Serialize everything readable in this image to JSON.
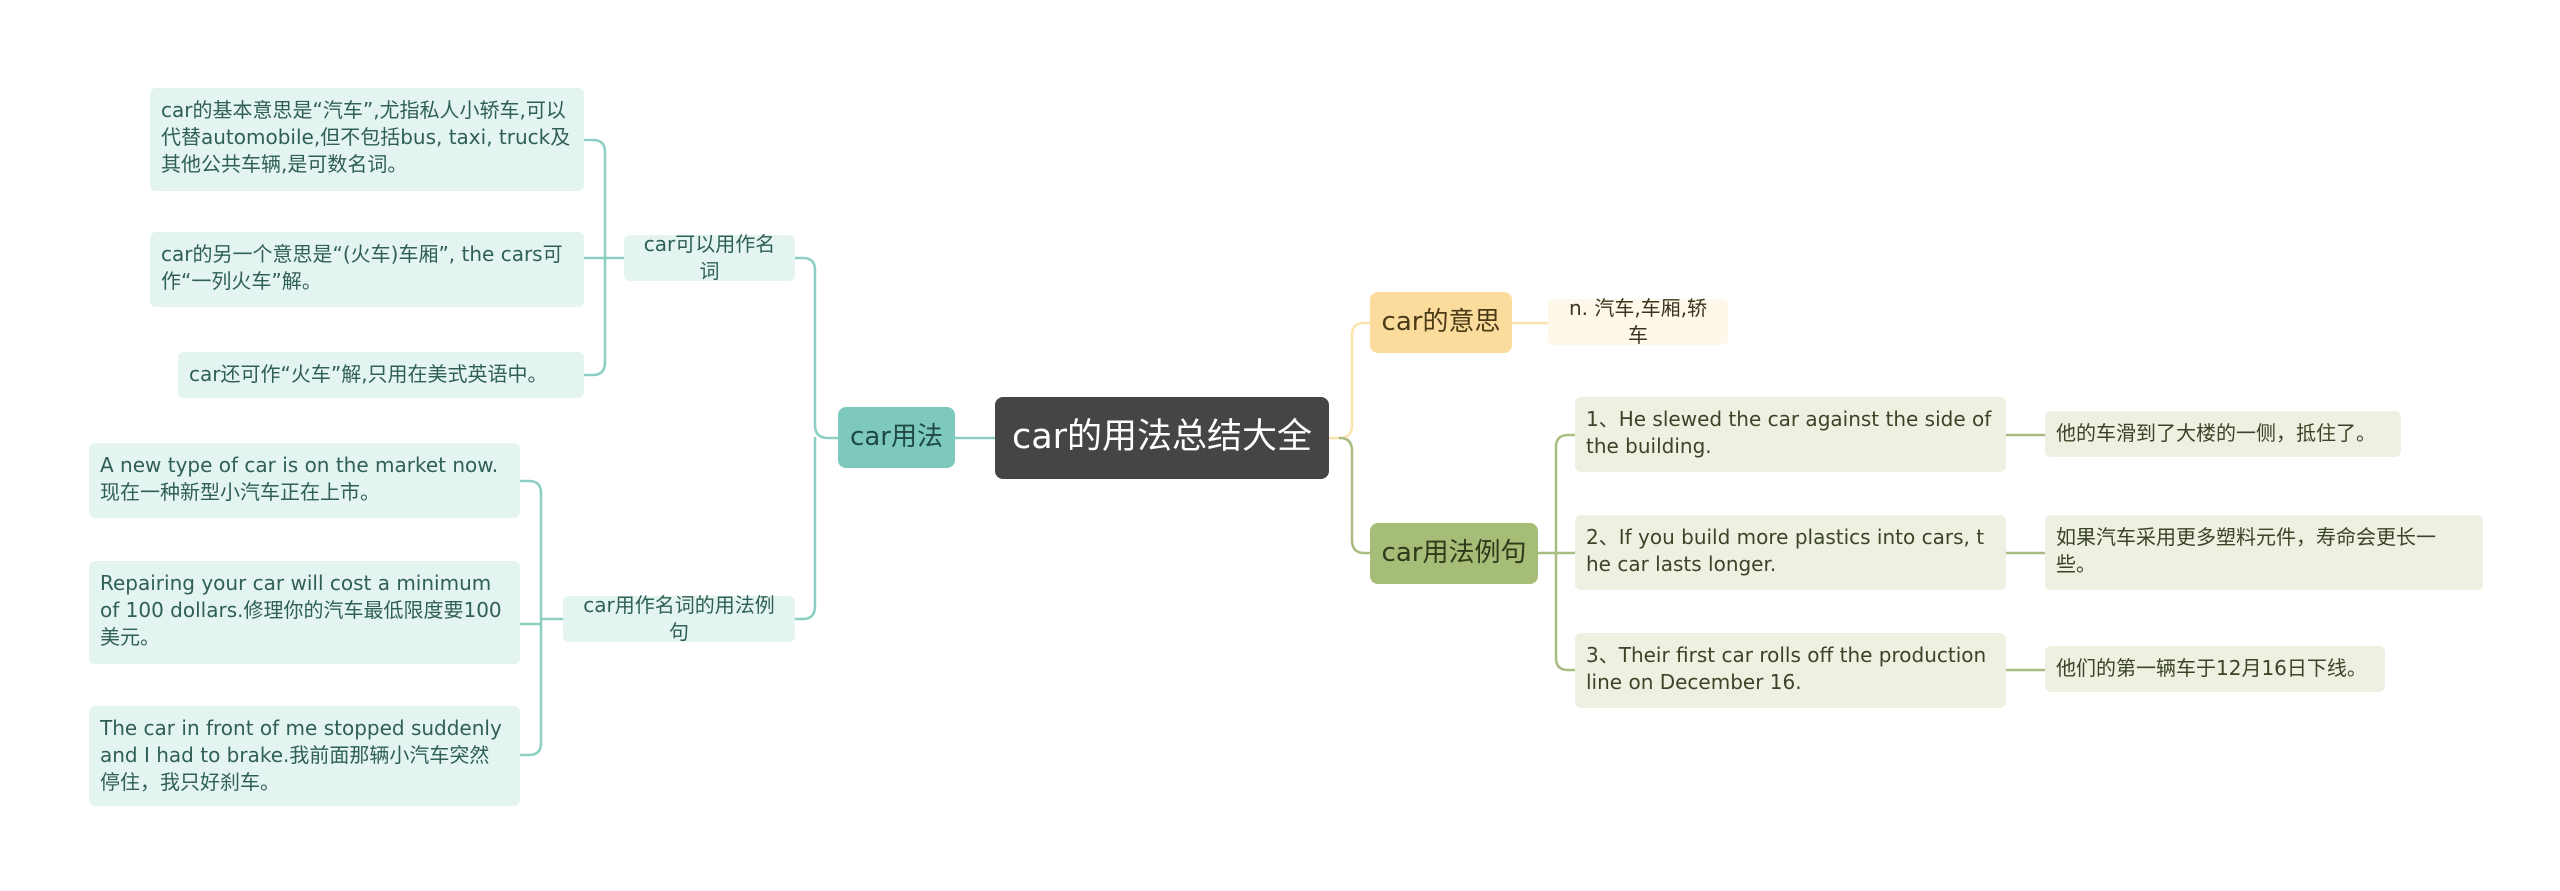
{
  "root": {
    "label": "car的用法总结大全"
  },
  "left": {
    "branch": {
      "label": "car用法"
    },
    "noun_group": {
      "label": "car可以用作名词",
      "items": [
        "car的基本意思是“汽车”,尤指私人小轿车,可以代替automobile,但不包括bus, taxi, truck及其他公共车辆,是可数名词。",
        "car的另一个意思是“(火车)车厢”, the cars可作“一列火车”解。",
        "car还可作“火车”解,只用在美式英语中。"
      ]
    },
    "example_group": {
      "label": "car用作名词的用法例句",
      "items": [
        "A new type of car is on the market now.现在一种新型小汽车正在上市。",
        "Repairing your car will cost a minimum of  100 dollars.修理你的汽车最低限度要100美元。",
        "The car in front of me stopped suddenly and I had to brake.我前面那辆小汽车突然停住，我只好刹车。"
      ]
    }
  },
  "right": {
    "meaning": {
      "label": "car的意思",
      "value": "n. 汽车,车厢,轿车"
    },
    "examples": {
      "label": "car用法例句",
      "items": [
        {
          "en": "1、He slewed the car against the side of the building.",
          "zh": "他的车滑到了大楼的一侧，抵住了。"
        },
        {
          "en": "2、If you build more plastics into cars, the car lasts longer.",
          "zh": "如果汽车采用更多塑料元件，寿命会更长一些。"
        },
        {
          "en": "3、Their first car rolls off the production line on December 16.",
          "zh": "他们的第一辆车于12月16日下线。"
        }
      ]
    }
  },
  "colors": {
    "teal_line": "#8ccfc2",
    "yellow_line": "#fbe3ad",
    "green_line": "#a9bd82"
  }
}
